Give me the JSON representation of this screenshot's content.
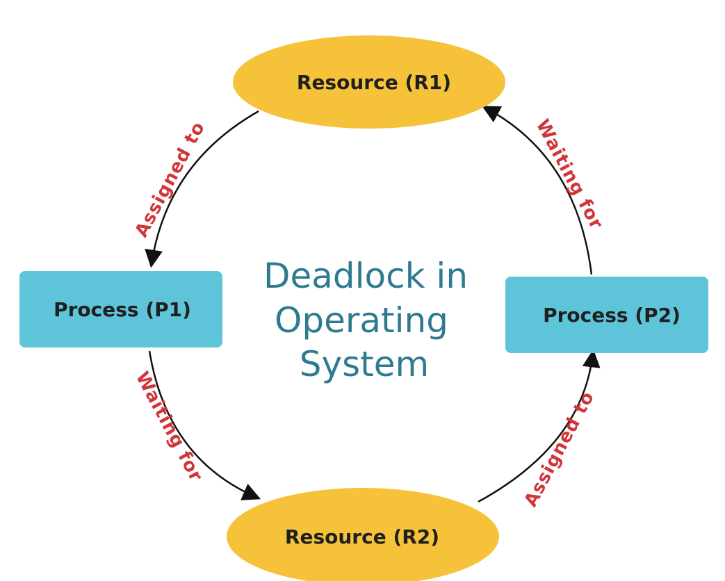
{
  "title": {
    "lines": [
      "Deadlock in",
      "Operating",
      "System"
    ]
  },
  "nodes": {
    "r1": {
      "label": "Resource (R1)"
    },
    "r2": {
      "label": "Resource (R2)"
    },
    "p1": {
      "label": "Process (P1)"
    },
    "p2": {
      "label": "Process (P2)"
    }
  },
  "edges": {
    "r1_to_p1": {
      "label": "Assigned to"
    },
    "p1_to_r2": {
      "label": "Waiting for"
    },
    "r2_to_p2": {
      "label": "Assigned to"
    },
    "p2_to_r1": {
      "label": "Waiting for"
    }
  },
  "colors": {
    "resource": "#F5C23A",
    "process": "#5EC4D9",
    "edge_label": "#D0353A",
    "title": "#2E7A91",
    "arrow": "#111111"
  }
}
